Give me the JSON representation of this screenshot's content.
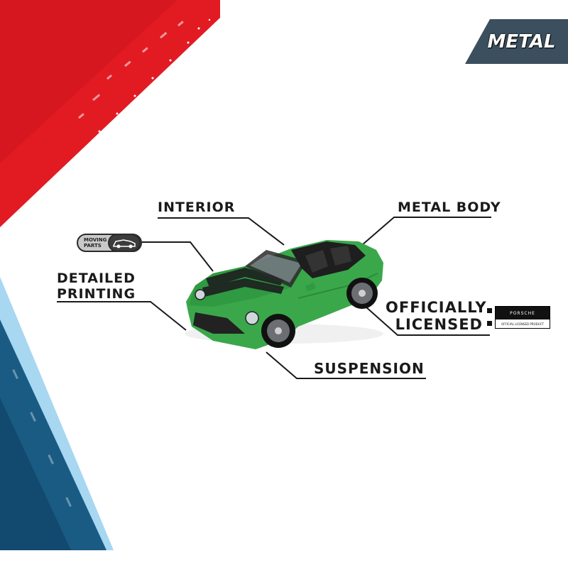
{
  "badge": {
    "label": "METAL"
  },
  "callouts": {
    "interior": "INTERIOR",
    "metal_body": "METAL BODY",
    "detailed_1": "DETAILED",
    "detailed_2": "PRINTING",
    "official_1": "OFFICIALLY",
    "official_2": "LICENSED",
    "suspension": "SUSPENSION"
  },
  "moving_parts": {
    "line1": "MOVING",
    "line2": "PARTS"
  },
  "porsche_badge": {
    "brand": "PORSCHE",
    "subtitle": "OFFICIAL LICENSED PRODUCT"
  },
  "colors": {
    "red_stripe": "#e21b23",
    "blue_stripe": "#1a5b84",
    "light_blue_texture": "#5fb7e5",
    "badge_bg": "#3b4f5e",
    "car_green": "#3aa84a",
    "car_stripe": "#1e2a22",
    "leader_line": "#1a1a1a"
  }
}
